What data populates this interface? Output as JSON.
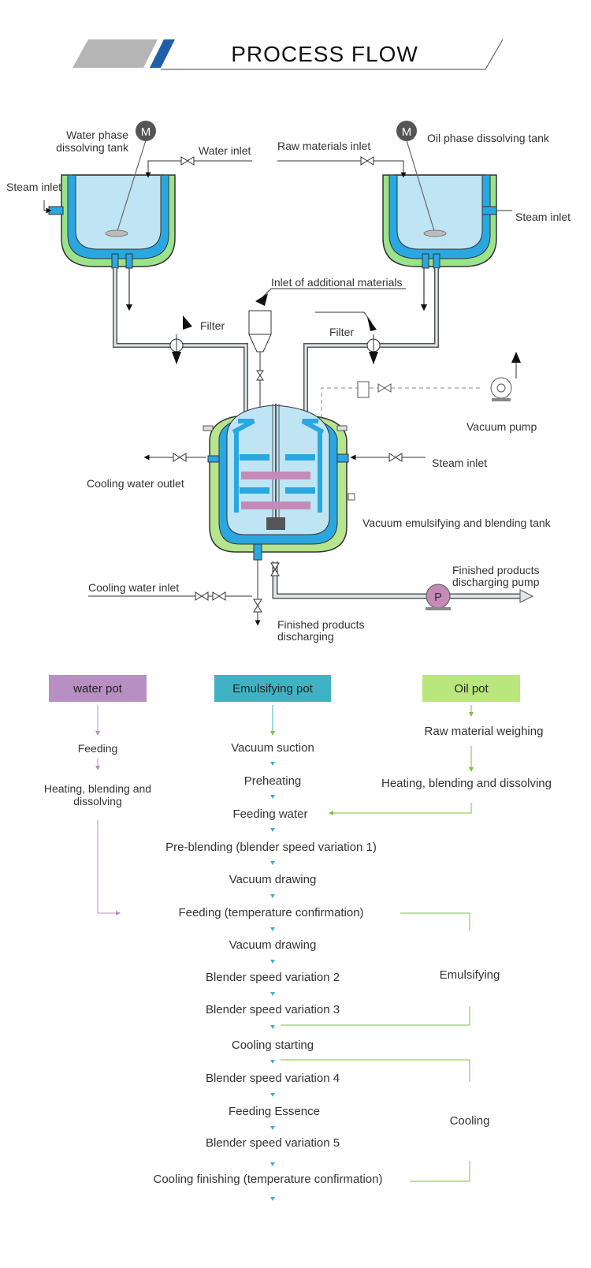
{
  "header": {
    "title": "PROCESS FLOW"
  },
  "diagram": {
    "labels": {
      "water_tank": [
        "Water phase",
        "dissolving tank"
      ],
      "water_inlet": "Water inlet",
      "raw_inlet": "Raw materials inlet",
      "oil_tank": "Oil phase dissolving tank",
      "steam_left": "Steam inlet",
      "steam_right": "Steam inlet",
      "additional": "Inlet of additional materials",
      "filter_left": "Filter",
      "filter_right": "Filter",
      "vacuum_pump": "Vacuum pump",
      "steam_main": "Steam inlet",
      "cooling_out": "Cooling water outlet",
      "emul_tank": "Vacuum emulsifying and blending tank",
      "pump": [
        "Finished products",
        "discharging pump"
      ],
      "cooling_in": "Cooling water inlet",
      "discharging": [
        "Finished products",
        "discharging"
      ],
      "motor_left": "M",
      "motor_right": "M",
      "pump_symbol": "P"
    }
  },
  "flow": {
    "headers": {
      "water": "water pot",
      "emul": "Emulsifying pot",
      "oil": "Oil pot"
    },
    "colors": {
      "water": "#b88fc2",
      "emul": "#3fb3c4",
      "oil": "#b9e67d"
    },
    "water_steps": [
      "Feeding",
      "Heating, blending and",
      "dissolving"
    ],
    "oil_steps": [
      "Raw material weighing",
      "Heating, blending and dissolving"
    ],
    "emul_steps": [
      "Vacuum suction",
      "Preheating",
      "Feeding water",
      "Pre-blending (blender speed variation 1)",
      "Vacuum drawing",
      "Feeding (temperature confirmation)",
      "Vacuum drawing",
      "Blender speed variation 2",
      "Blender speed variation 3",
      "Cooling starting",
      "Blender speed variation 4",
      "Feeding Essence",
      "Blender speed variation 5",
      "Cooling finishing (temperature confirmation)"
    ],
    "phases": {
      "emulsifying": "Emulsifying",
      "cooling": "Cooling"
    }
  }
}
